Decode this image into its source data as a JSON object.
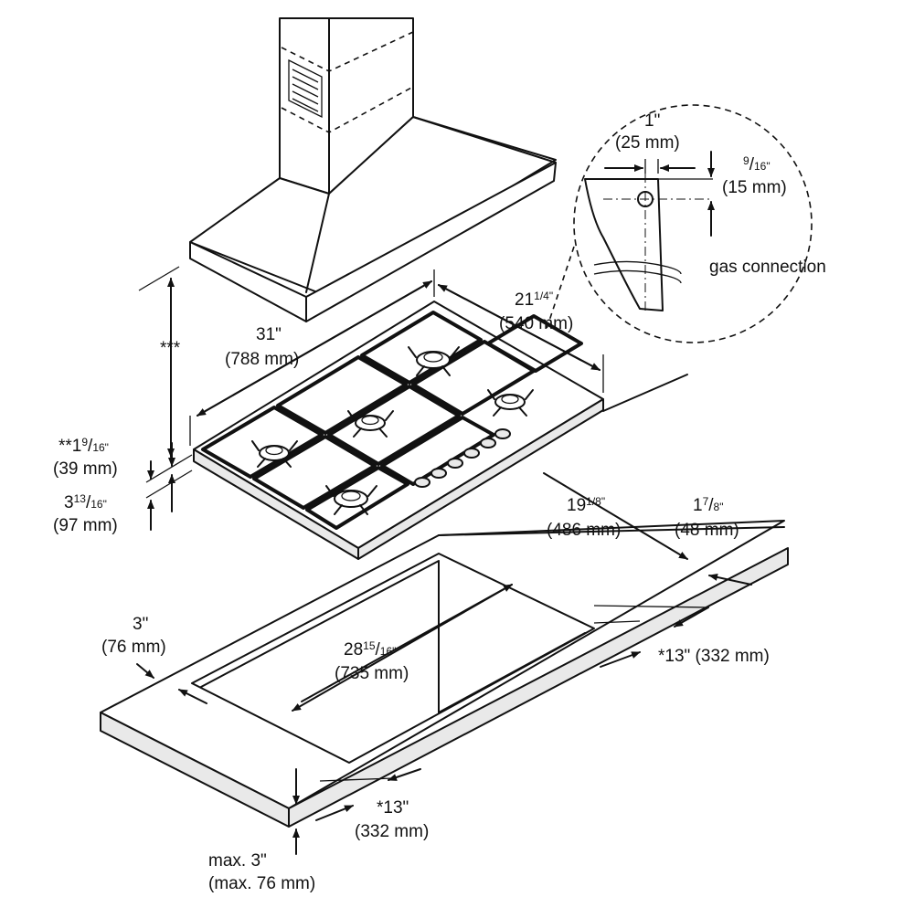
{
  "labels": {
    "gas_connection": "gas connection",
    "hood_height": "***",
    "hole_1": "1\"",
    "hole_1_mm": "(25 mm)",
    "hole_9_16_num": "9",
    "hole_9_16_den": "16\"",
    "hole_15mm": "(15 mm)",
    "width_31": "31\"",
    "width_788": "(788 mm)",
    "depth_21": "21",
    "depth_21_frac": "1/4\"",
    "depth_540": "(540 mm)",
    "h_1_9_16_prefix": "**1",
    "h_1_9_16_num": "9",
    "h_1_9_16_den": "16\"",
    "h_39": "(39 mm)",
    "h_3_13_16_whole": "3",
    "h_3_13_16_num": "13",
    "h_3_13_16_den": "16\"",
    "h_97": "(97 mm)",
    "cut_19_whole": "19",
    "cut_19_frac": "1/8\"",
    "cut_486": "(486 mm)",
    "edge_1_whole": "1",
    "edge_1_num": "7",
    "edge_1_den": "8\"",
    "edge_48": "(48 mm)",
    "front_3": "3\"",
    "front_76": "(76 mm)",
    "cut_28_whole": "28",
    "cut_28_num": "15",
    "cut_28_den": "16\"",
    "cut_735": "(735 mm)",
    "side_13": "*13\" (332 mm)",
    "front_13": "*13\"",
    "front_332": "(332 mm)",
    "max_3": "max. 3\"",
    "max_76": "(max. 76 mm)"
  }
}
